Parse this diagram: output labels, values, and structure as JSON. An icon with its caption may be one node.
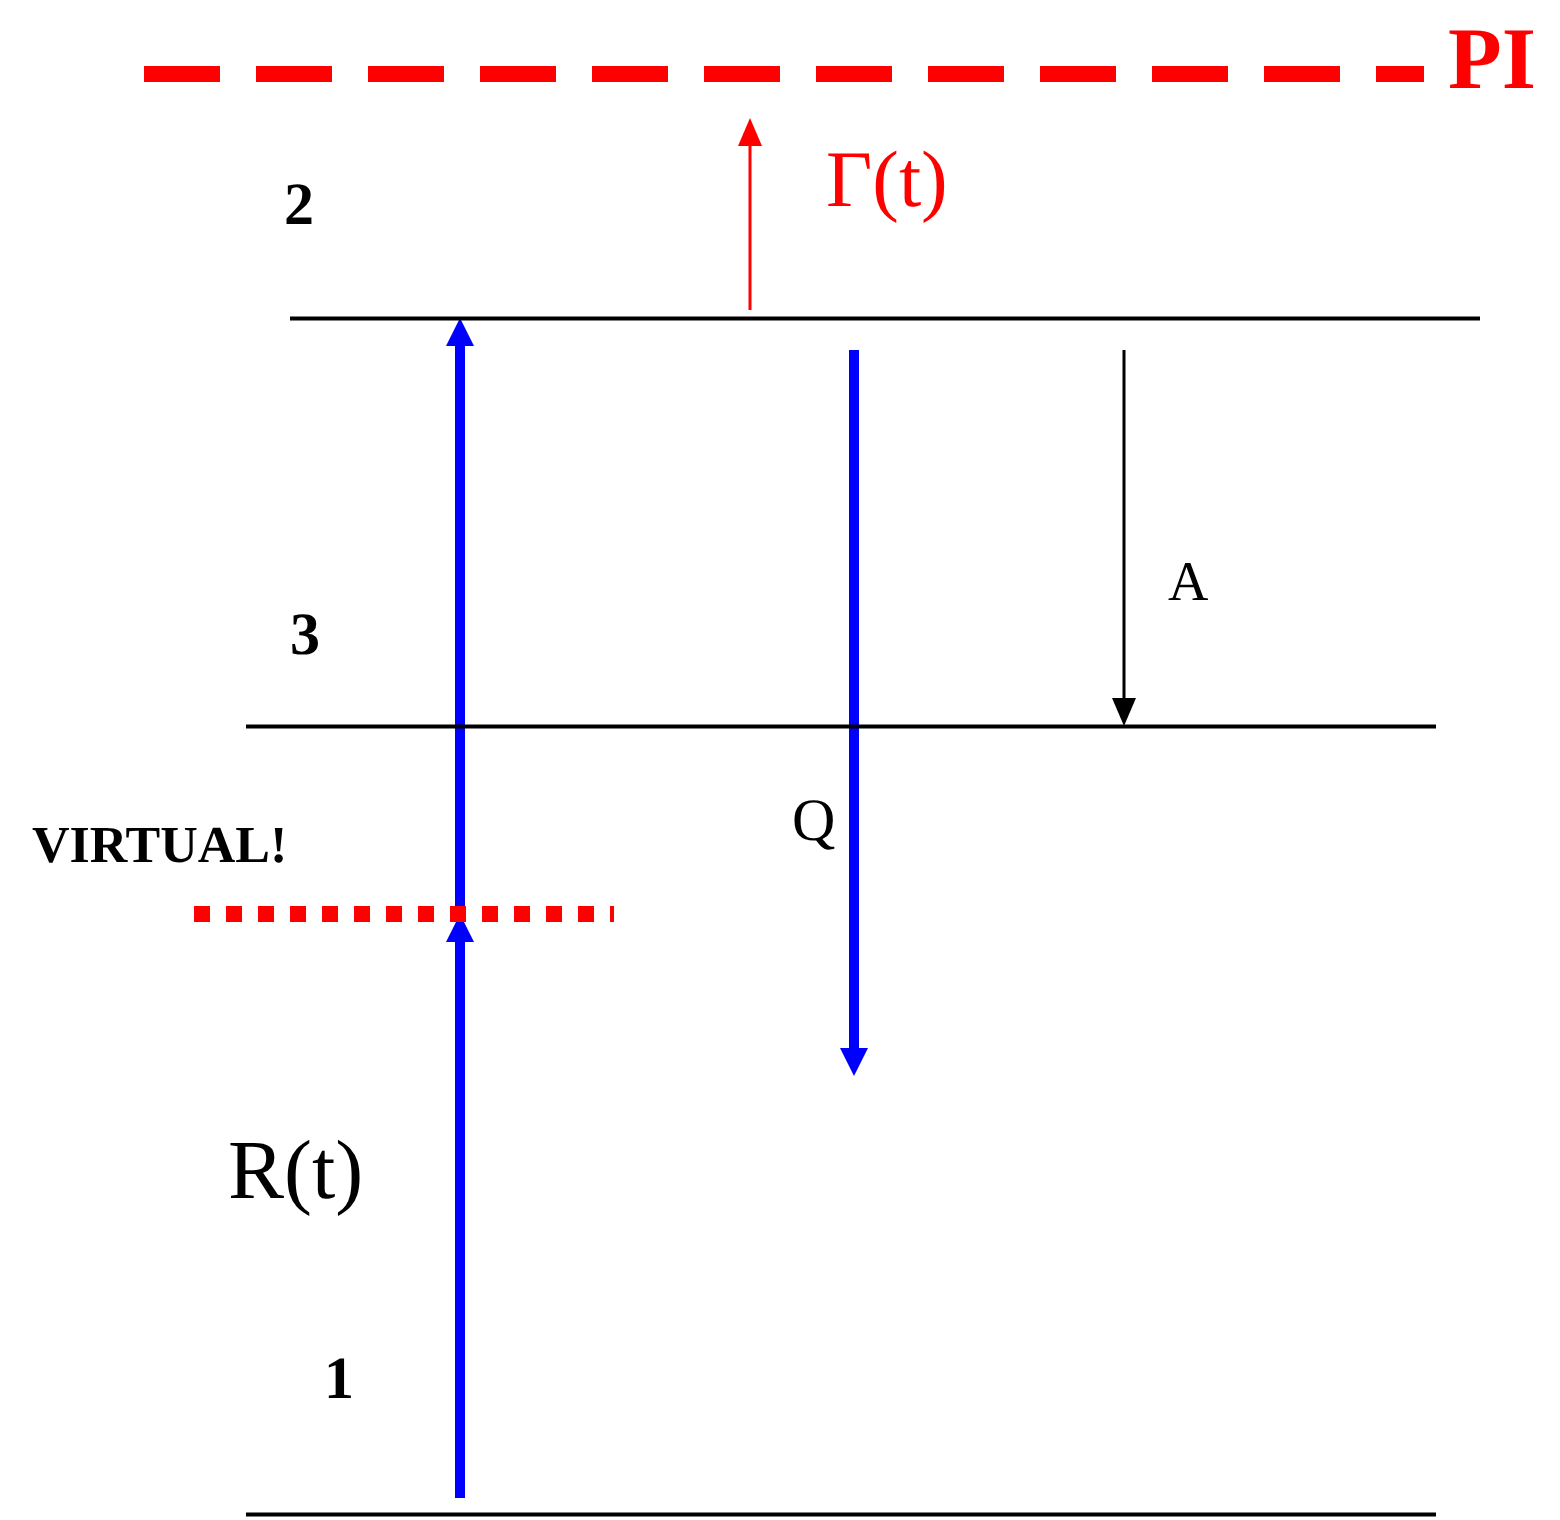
{
  "diagram": {
    "nodes": [
      {
        "text": [],
        "shape": "line",
        "beside": [
          "PI"
        ]
      },
      {
        "text": [],
        "shape": "line",
        "beside": [
          "2"
        ]
      },
      {
        "text": [],
        "shape": "line",
        "beside": [
          "3"
        ]
      },
      {
        "text": [],
        "shape": "line",
        "beside": [
          "VIRTUAL!"
        ]
      },
      {
        "text": [],
        "shape": "line",
        "beside": [
          "1"
        ]
      }
    ],
    "edges": [
      {
        "from": 1,
        "to": 0,
        "arrow": "to",
        "label": "Γ(t)",
        "color": "#ff0000"
      },
      {
        "from": 4,
        "to": 3,
        "arrow": "to",
        "label": "R(t)"
      },
      {
        "from": 3,
        "to": 1,
        "arrow": "to"
      },
      {
        "from": 1,
        "to": 2,
        "arrow": "to",
        "label": "A",
        "color": "#000000"
      },
      {
        "from": 1,
        "to": null,
        "arrow": "to",
        "label": "Q"
      }
    ]
  }
}
